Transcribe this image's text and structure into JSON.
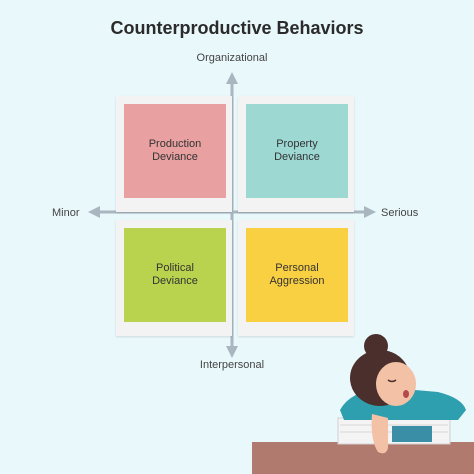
{
  "title": "Counterproductive Behaviors",
  "axes": {
    "top": "Organizational",
    "bottom": "Interpersonal",
    "left": "Minor",
    "right": "Serious"
  },
  "quadrants": [
    {
      "label": "Production\nDeviance",
      "color": "#e8a0a0"
    },
    {
      "label": "Property\nDeviance",
      "color": "#9ed8d3"
    },
    {
      "label": "Political\nDeviance",
      "color": "#b9d34f"
    },
    {
      "label": "Personal\nAggression",
      "color": "#fad043"
    }
  ],
  "colors": {
    "background": "#e9f8fb",
    "axis": "#a9b6bf"
  }
}
